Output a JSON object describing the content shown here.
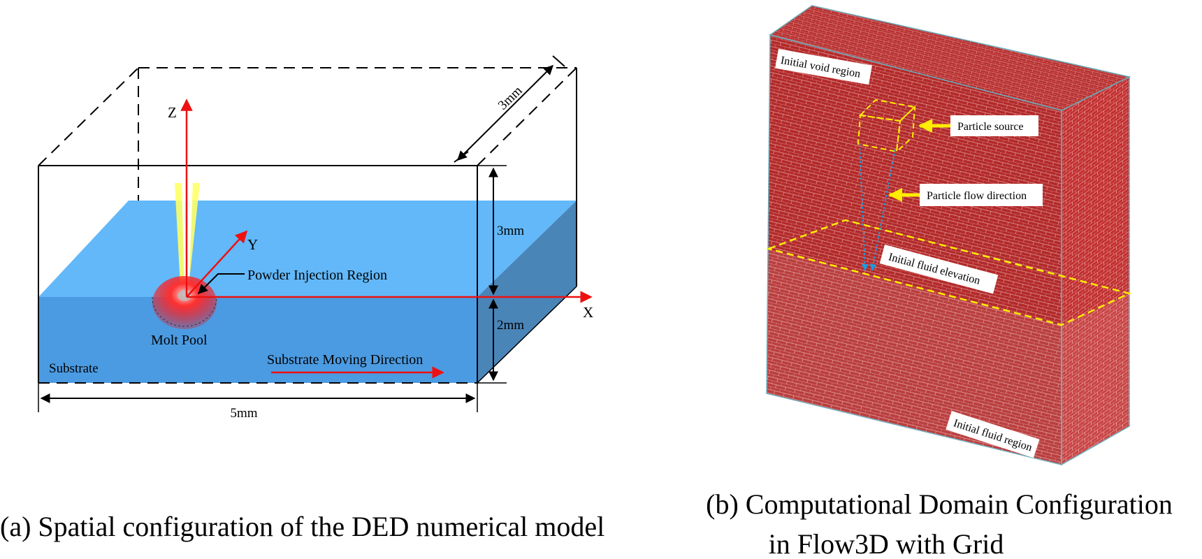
{
  "panel_a": {
    "caption": "(a) Spatial configuration of the DED numerical model",
    "axes": {
      "z": "Z",
      "y": "Y",
      "x": "X"
    },
    "dimensions": {
      "depth": "3mm",
      "top_height": "3mm",
      "substrate_height": "2mm",
      "width": "5mm"
    },
    "labels": {
      "powder_injection": "Powder Injection Region",
      "molt_pool": "Molt Pool",
      "substrate": "Substrate",
      "moving_direction": "Substrate Moving Direction"
    },
    "colors": {
      "substrate_top": "#62b8f9",
      "substrate_front": "#4b9be2",
      "substrate_side": "#4a85b8",
      "axis": "#ee1111",
      "beam": "#ffff66",
      "pool": "#ff2222"
    }
  },
  "panel_b": {
    "caption_line1": "(b) Computational Domain Configuration",
    "caption_line2": "in Flow3D with Grid",
    "labels": {
      "void_region": "Initial void region",
      "particle_source": "Particle source",
      "flow_direction": "Particle flow direction",
      "fluid_elevation": "Initial fluid elevation",
      "fluid_region": "Initial fluid region"
    },
    "colors": {
      "block": "#b02828",
      "grid": "#e8a0a0",
      "dashed": "#ffee00",
      "arrow": "#1a9be0",
      "pointer": "#ffee00"
    }
  }
}
